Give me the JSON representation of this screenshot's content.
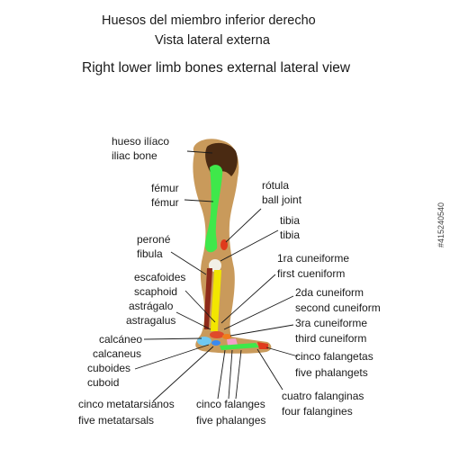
{
  "title": {
    "es_line1": "Huesos del miembro inferior derecho",
    "es_line2": "Vista lateral externa",
    "en": "Right lower limb bones external lateral view"
  },
  "labels": {
    "iliac_es": "hueso ilíaco",
    "iliac_en": "iliac bone",
    "femur_es": "fémur",
    "femur_en": "fémur",
    "rotula_es": "rótula",
    "rotula_en": "ball joint",
    "tibia_es": "tibia",
    "tibia_en": "tibia",
    "perone_es": "peroné",
    "perone_en": "fibula",
    "cuneiform1_es": "1ra cuneiforme",
    "cuneiform1_en": "first cueniform",
    "escafoides_es": "escafoides",
    "escafoides_en": "scaphoid",
    "cuneiform2_es": "2da cuneiform",
    "cuneiform2_en": "second cuneiform",
    "astragalo_es": "astrágalo",
    "astragalo_en": "astragalus",
    "cuneiform3_es": "3ra cuneiforme",
    "cuneiform3_en": "third cuneiform",
    "calcaneo_es": "calcáneo",
    "calcaneo_en": "calcaneus",
    "falangetas_es": "cinco falangetas",
    "falangetas_en": "five phalangets",
    "cuboides_es": "cuboides",
    "cuboides_en": "cuboid",
    "falanginas_es": "cuatro falanginas",
    "falanginas_en": "four falangines",
    "metatarsianos_es": "cinco metatarsianos",
    "metatarsianos_en": "five metatarsals",
    "falanges_es": "cinco falanges",
    "falanges_en": "five phalanges"
  },
  "side_text": "#415240540",
  "colors": {
    "skin": "#C99A5B",
    "pelvis": "#4A2A12",
    "femur": "#3FE84A",
    "tibia": "#F2E600",
    "fibula": "#8E2A1A",
    "patella": "#E03A1C",
    "knee_cartilage": "#F2F0E6"
  }
}
